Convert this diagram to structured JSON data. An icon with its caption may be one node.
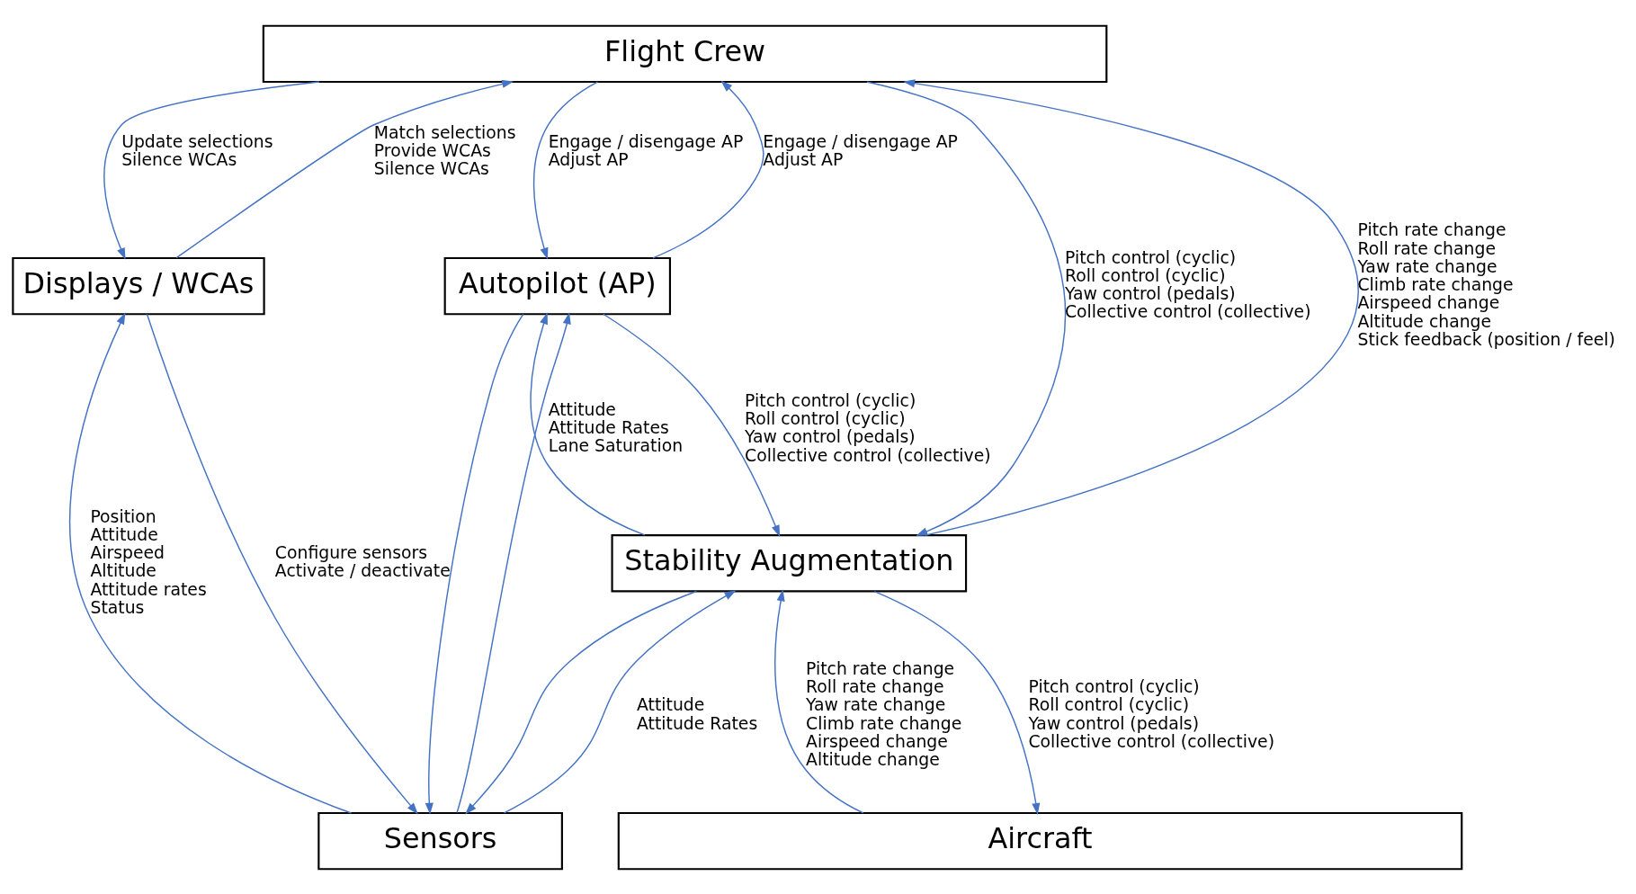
{
  "diagram": {
    "nodes": [
      {
        "text": [
          "Flight Crew"
        ]
      },
      {
        "text": [
          "Displays / WCAs"
        ]
      },
      {
        "text": [
          "Autopilot (AP)"
        ]
      },
      {
        "text": [
          "Stability Augmentation"
        ]
      },
      {
        "text": [
          "Sensors"
        ]
      },
      {
        "text": [
          "Aircraft"
        ]
      }
    ],
    "edges": [
      {
        "from": 0,
        "to": 1,
        "arrow": "to",
        "label": "Update selections\nSilence WCAs"
      },
      {
        "from": 1,
        "to": 0,
        "arrow": "to",
        "label": "Match selections\nProvide WCAs\nSilence WCAs"
      },
      {
        "from": 0,
        "to": 3,
        "arrow": "to",
        "label": "Pitch control (cyclic)\nRoll control (cyclic)\nYaw control (pedals)\nCollective control (collective)"
      },
      {
        "from": 3,
        "to": 0,
        "arrow": "to",
        "label": "Pitch rate change\nRoll rate change\nYaw rate change\nClimb rate change\nAirspeed change\nAltitude change\nStick feedback (position / feel)"
      },
      {
        "from": 0,
        "to": 2,
        "arrow": "to",
        "label": "Engage / disengage AP\nAdjust AP"
      },
      {
        "from": 2,
        "to": 0,
        "arrow": "to",
        "label": "Engage / disengage AP\nAdjust AP"
      },
      {
        "from": 1,
        "to": 4,
        "arrow": "to",
        "label": "Configure sensors\nActivate / deactivate"
      },
      {
        "from": 4,
        "to": 1,
        "arrow": "to",
        "label": "Position\nAttitude\nAirspeed\nAltitude\nAttitude rates\nStatus"
      },
      {
        "from": 2,
        "to": 3,
        "arrow": "to",
        "label": "Pitch control (cyclic)\nRoll control (cyclic)\nYaw control (pedals)\nCollective control (collective)"
      },
      {
        "from": 3,
        "to": 2,
        "arrow": "to",
        "label": "Attitude\nAttitude Rates\nLane Saturation"
      },
      {
        "from": 3,
        "to": 4,
        "arrow": "to"
      },
      {
        "from": 4,
        "to": 3,
        "arrow": "to",
        "label": "Attitude\nAttitude Rates"
      },
      {
        "from": 2,
        "to": 4,
        "arrow": "to"
      },
      {
        "from": 4,
        "to": 2,
        "arrow": "to"
      },
      {
        "from": 3,
        "to": 5,
        "arrow": "to",
        "label": "Pitch control (cyclic)\nRoll control (cyclic)\nYaw control (pedals)\nCollective control (collective)"
      },
      {
        "from": 5,
        "to": 3,
        "arrow": "to",
        "label": "Pitch rate change\nRoll rate change\nYaw rate change\nClimb rate change\nAirspeed change\nAltitude change"
      }
    ]
  }
}
